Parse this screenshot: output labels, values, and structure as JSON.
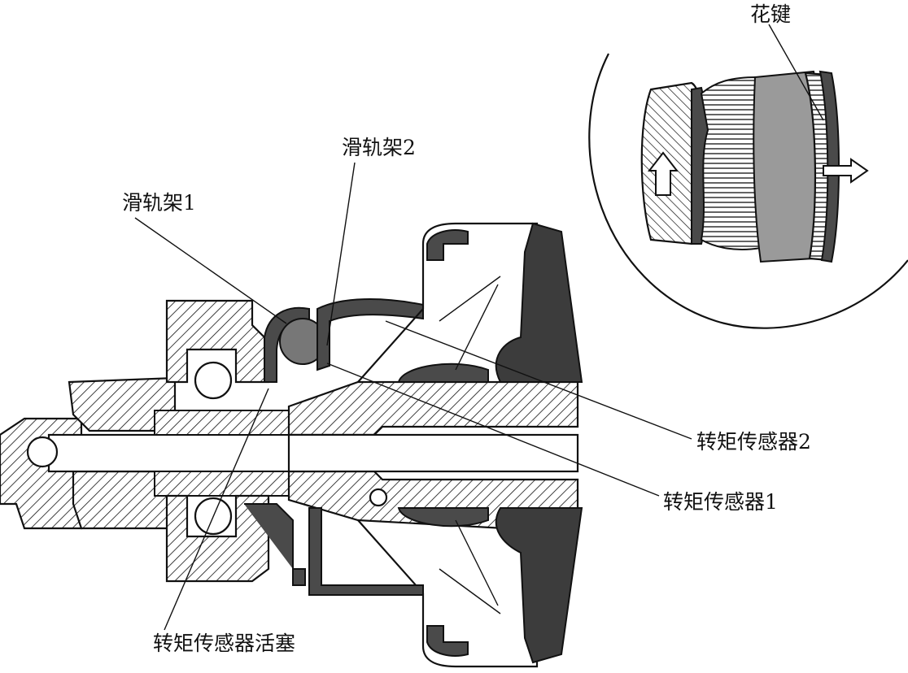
{
  "labels": {
    "spline": "花键",
    "slide_rail_2": "滑轨架2",
    "slide_rail_1": "滑轨架1",
    "torque_sensor_2": "转矩传感器2",
    "torque_sensor_1": "转矩传感器1",
    "torque_sensor_piston": "转矩传感器活塞"
  },
  "icons": [
    "arrow-up-icon",
    "arrow-right-icon"
  ],
  "colors": {
    "ink": "#111111",
    "dark_fill": "#4a4a4a",
    "mid_fill": "#9a9a9a",
    "paper": "#ffffff"
  }
}
